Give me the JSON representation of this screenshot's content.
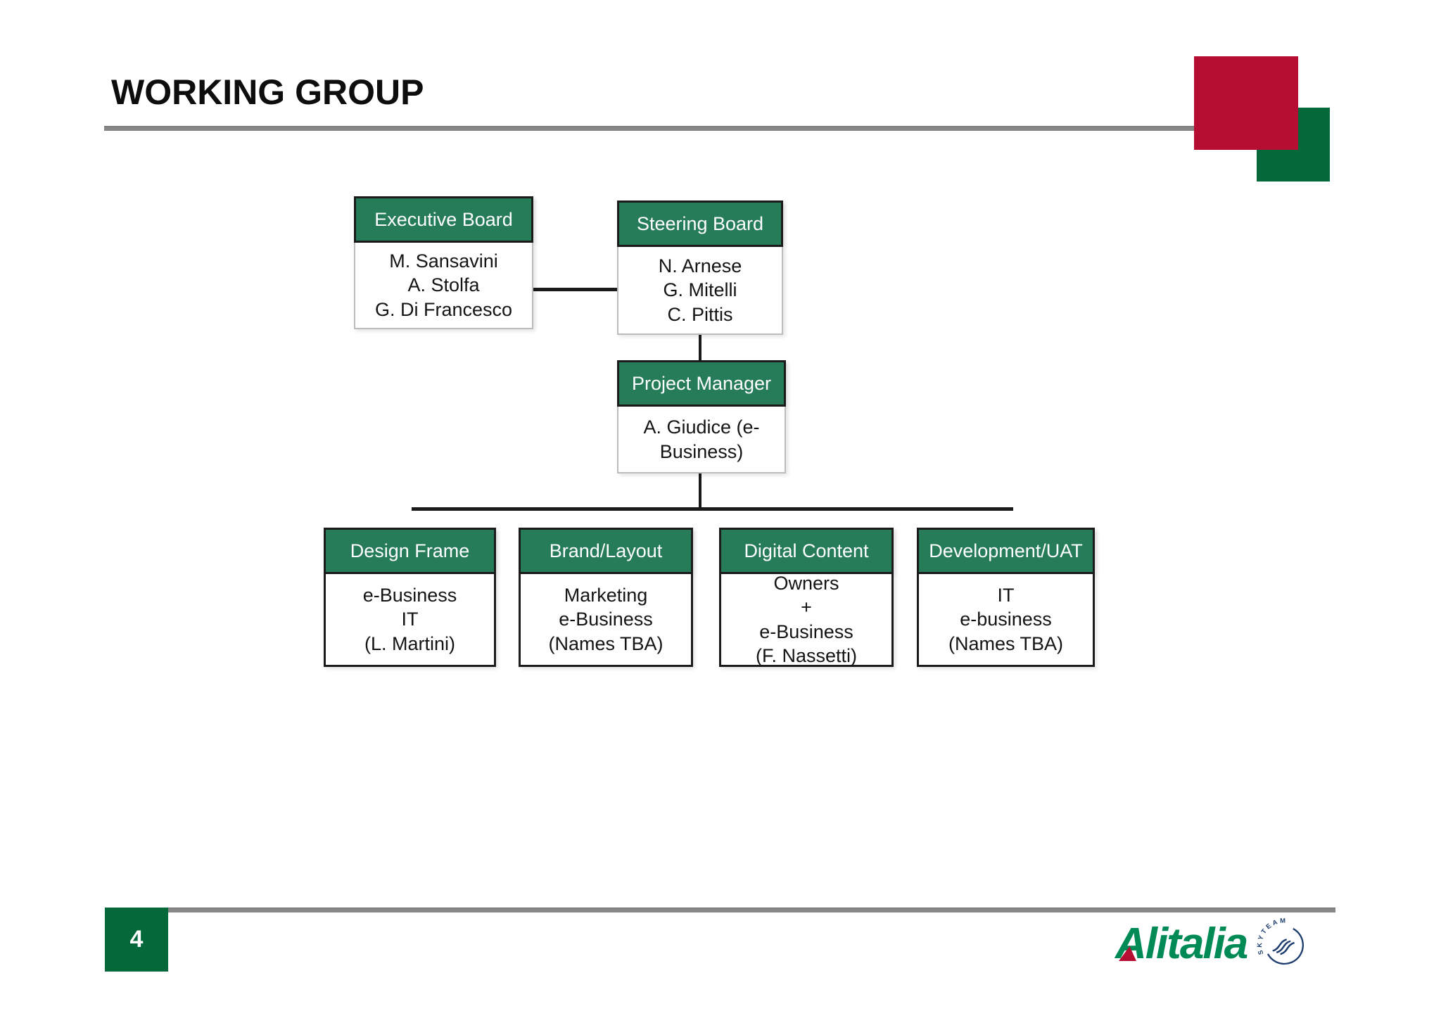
{
  "slide": {
    "title": "WORKING GROUP"
  },
  "org_chart": {
    "executive_board": {
      "title": "Executive Board",
      "members": [
        "M. Sansavini",
        "A. Stolfa",
        "G. Di Francesco"
      ]
    },
    "steering_board": {
      "title": "Steering Board",
      "members": [
        "N. Arnese",
        "G. Mitelli",
        "C. Pittis"
      ]
    },
    "project_manager": {
      "title": "Project Manager",
      "members": [
        "A. Giudice (e-",
        "Business)"
      ]
    },
    "teams": [
      {
        "title": "Design Frame",
        "members": [
          "e-Business",
          "IT",
          "(L. Martini)"
        ]
      },
      {
        "title": "Brand/Layout",
        "members": [
          "Marketing",
          "e-Business",
          "(Names TBA)"
        ]
      },
      {
        "title": "Digital Content",
        "members": [
          "Owners",
          "+",
          "e-Business",
          "(F. Nassetti)"
        ]
      },
      {
        "title": "Development/UAT",
        "members": [
          "IT",
          "e-business",
          "(Names TBA)"
        ]
      }
    ]
  },
  "footer": {
    "page_number": "4",
    "brand": "Alitalia",
    "alliance": "SKYTEAM"
  },
  "colors": {
    "header-green": "#267c58",
    "accent-green": "#04693a",
    "accent-red": "#b60d33",
    "line-gray": "#878787",
    "alitalia-green": "#008a55",
    "skyteam-navy": "#1d3e6e",
    "connector-black": "#1a1a1a"
  }
}
